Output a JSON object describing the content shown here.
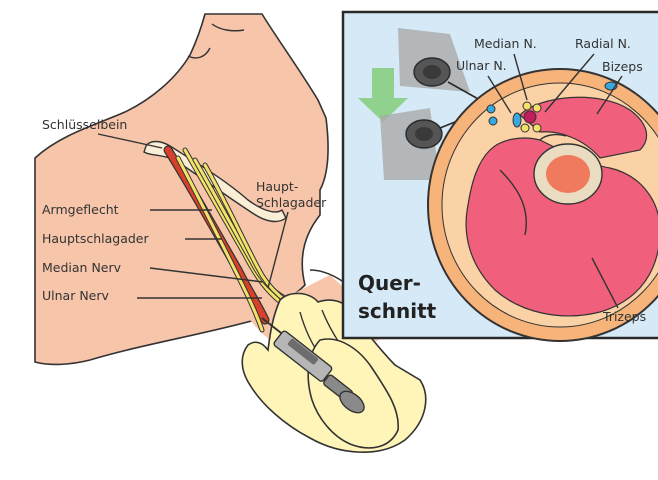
{
  "labels": {
    "clavicle": "Schlüsselbein",
    "plexus": "Armgeflecht",
    "artery": "Hauptschlagader",
    "median": "Median Nerv",
    "ulnar": "Ulnar Nerv",
    "main_artery_line1": "Haupt-",
    "main_artery_line2": "Schlagader"
  },
  "inset": {
    "title_line1": "Quer-",
    "title_line2": "schnitt",
    "median_n": "Median N.",
    "radial_n": "Radial N.",
    "ulnar_n": "Ulnar N.",
    "biceps": "Bizeps",
    "triceps": "Trizeps"
  },
  "colors": {
    "skin": "#f6c5aa",
    "artery": "#d9402b",
    "nerve": "#f2e26a",
    "glove": "#fff5b8",
    "inset_bg": "#d6e9f6",
    "inset_border": "#2a2a2a",
    "muscle": "#f0607c",
    "fat": "#f6b47a",
    "bone": "#e9dcc0",
    "marrow": "#f07a5e",
    "arrow": "#8fd18d",
    "probe": "#555555",
    "vein": "#39a8e0"
  }
}
